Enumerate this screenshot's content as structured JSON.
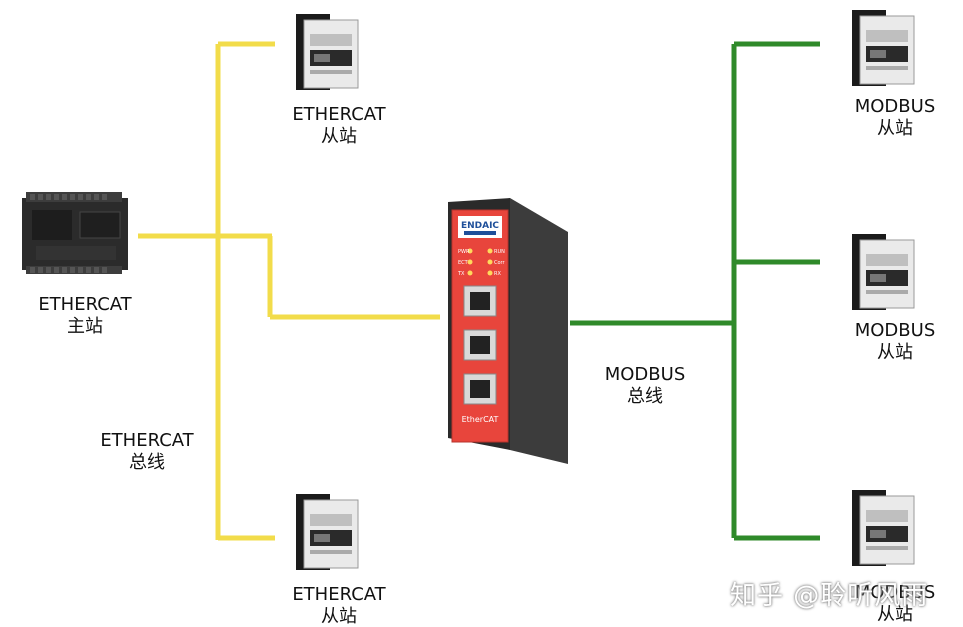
{
  "master": {
    "name": "ETHERCAT",
    "role": "主站"
  },
  "ethercat_bus": {
    "name": "ETHERCAT",
    "role": "总线"
  },
  "ethercat_slaves": [
    {
      "name": "ETHERCAT",
      "role": "从站"
    },
    {
      "name": "ETHERCAT",
      "role": "从站"
    }
  ],
  "gateway": {
    "brand": "ENDAIC",
    "port_label": "EtherCAT",
    "leds": [
      "PWR",
      "RUN",
      "ECT",
      "Corr",
      "TX",
      "RX"
    ]
  },
  "modbus_bus": {
    "name": "MODBUS",
    "role": "总线"
  },
  "modbus_slaves": [
    {
      "name": "MODBUS",
      "role": "从站"
    },
    {
      "name": "MODBUS",
      "role": "从站"
    },
    {
      "name": "MODBUS",
      "role": "从站"
    }
  ],
  "watermark": "知乎 @聆听风雨",
  "colors": {
    "ethercat_wire": "#f2dc4a",
    "modbus_wire": "#2f8a2a",
    "gateway_red": "#e8453c"
  }
}
